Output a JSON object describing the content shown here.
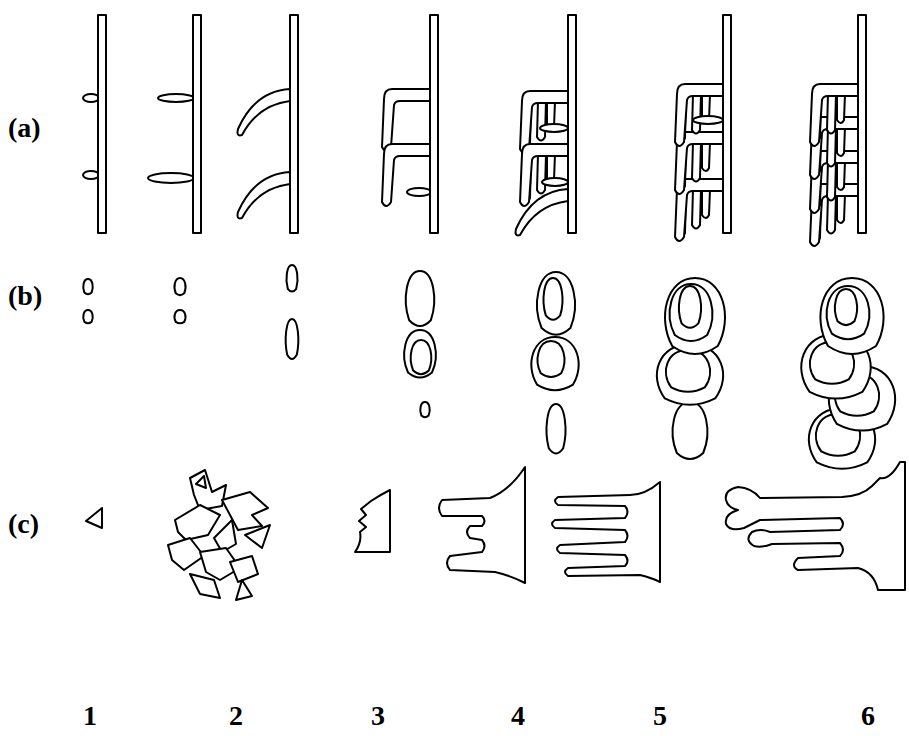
{
  "diagram": {
    "labels": [
      "(a)",
      "(b)",
      "(c)",
      "1",
      "2",
      "3",
      "4",
      "5",
      "6"
    ]
  }
}
